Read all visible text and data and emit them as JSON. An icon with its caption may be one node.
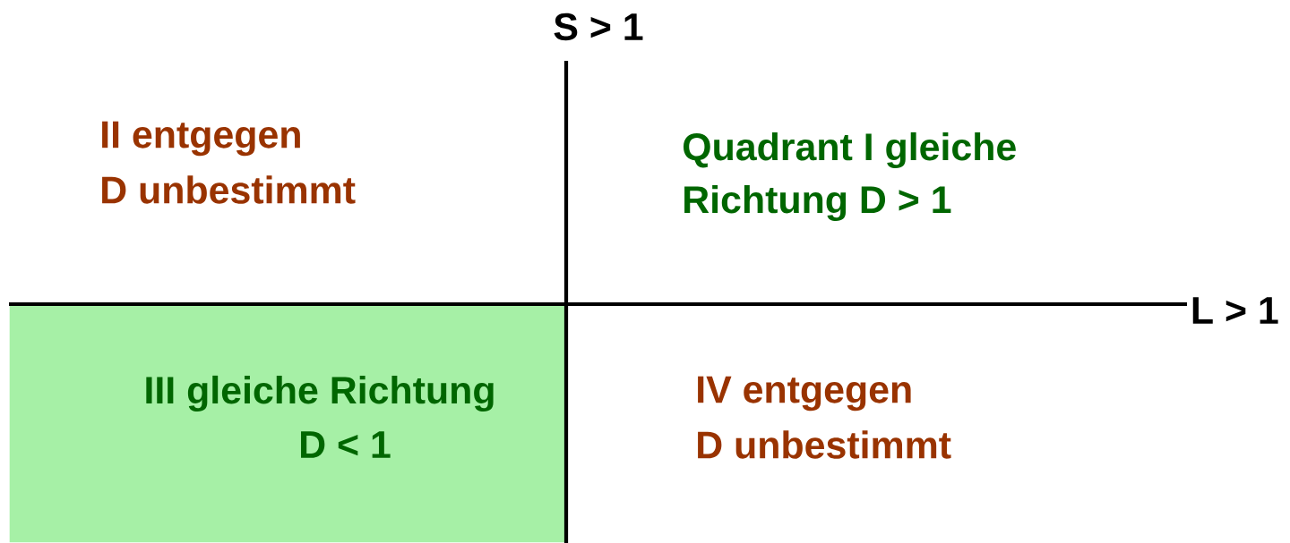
{
  "diagram": {
    "nodes": [
      {
        "text": [
          "III gleiche Richtung",
          "D < 1"
        ]
      }
    ],
    "labels": [
      "S > 1",
      "II entgegen",
      "D unbestimmt",
      "Quadrant I gleiche",
      "Richtung D > 1",
      "L > 1",
      "IV entgegen",
      "D unbestimmt"
    ]
  }
}
